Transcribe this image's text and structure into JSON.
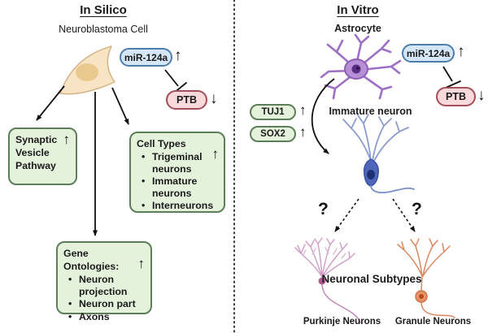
{
  "glyphs": {
    "up": "↑",
    "down": "↓",
    "question": "?",
    "bullet": "•"
  },
  "colors": {
    "green_fill": "#e4f2dc",
    "green_border": "#5e7d5a",
    "blue_fill": "#d5e7f6",
    "blue_border": "#4d7fae",
    "pink_fill": "#f9d9db",
    "pink_border": "#a34e58",
    "astrocyte_purple": "#9d6fc5",
    "immature_blue": "#5066b8",
    "purkinje_pink": "#cf9dc5",
    "granule_orange": "#dd8660"
  },
  "in_silico": {
    "title": "In Silico",
    "cell_label": "Neuroblastoma Cell",
    "mir": "miR-124a",
    "ptb": "PTB",
    "synaptic_box": {
      "line1": "Synaptic",
      "line2": "Vesicle",
      "line3": "Pathway"
    },
    "cell_types_box": {
      "header": "Cell Types",
      "items": [
        "Trigeminal neurons",
        "Immature neurons",
        "Interneurons"
      ]
    },
    "gene_ontologies_box": {
      "header": "Gene Ontologies:",
      "items": [
        "Neuron projection",
        "Neuron part",
        "Axons"
      ]
    }
  },
  "in_vitro": {
    "title": "In Vitro",
    "astrocyte_label": "Astrocyte",
    "mir": "miR-124a",
    "ptb": "PTB",
    "tuj1": "TUJ1",
    "sox2": "SOX2",
    "immature_label": "Immature neuron",
    "subtypes_label": "Neuronal Subtypes",
    "purkinje_label": "Purkinje Neurons",
    "granule_label": "Granule Neurons"
  }
}
